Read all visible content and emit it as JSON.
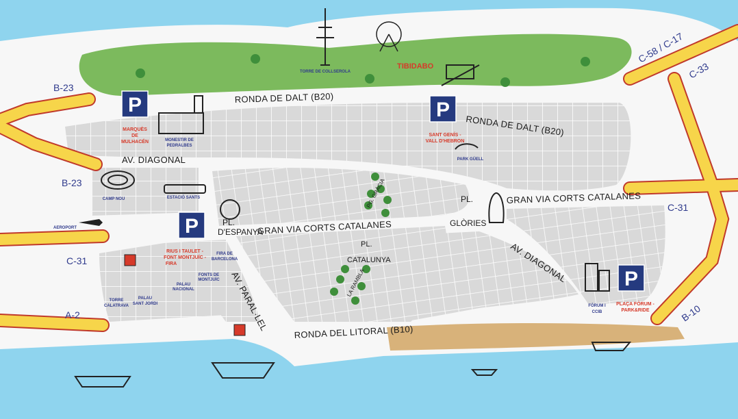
{
  "colors": {
    "sea": "#8fd4ee",
    "land": "#f7f7f7",
    "block": "#d9d9d9",
    "park": "#7cba5d",
    "highway": "#f7d54a",
    "highway_edge": "#c0392b",
    "beach": "#d8b27a",
    "parking_blue": "#253a7f",
    "label_blue": "#2f3a8c",
    "label_red": "#d63a2a"
  },
  "roads": {
    "ronda_dalt_left": "RONDA DE DALT  (B20)",
    "ronda_dalt_right": "RONDA DE DALT  (B20)",
    "diagonal_top": "AV. DIAGONAL",
    "gran_via_center": "GRAN VIA CORTS CATALANES",
    "gran_via_right": "GRAN VIA CORTS CATALANES",
    "paral_lel": "AV. PARAL·LEL",
    "diagonal_right": "AV. DIAGONAL",
    "ronda_litoral": "RONDA DEL LITORAL  (B10)",
    "pg_gracia": "PG. GRÀCIA",
    "la_rambla": "LA RAMBLA"
  },
  "highways": {
    "b23_top": "B-23",
    "b23_mid": "B-23",
    "c31_left": "C-31",
    "a2": "A-2",
    "c58_c17": "C-58 / C-17",
    "c33": "C-33",
    "c31_right": "C-31",
    "b10": "B-10"
  },
  "squares": {
    "pl_espanya_1": "PL.",
    "pl_espanya_2": "D'ESPANYA",
    "pl_catalunya_1": "PL.",
    "pl_catalunya_2": "CATALUNYA",
    "pl_glories_1": "PL.",
    "pl_glories_2": "GLÒRIES"
  },
  "landmarks": {
    "torre_collserola": "TORRE DE COLLSEROLA",
    "tibidabo": "TIBIDABO",
    "monestir_1": "MONESTIR DE",
    "monestir_2": "PEDRALBES",
    "park_guell": "PARK GÜELL",
    "camp_nou": "CAMP NOU",
    "estacio_sants": "ESTACIÓ SANTS",
    "aeroport": "AEROPORT",
    "fira_1": "FIRA DE",
    "fira_2": "BARCELONA",
    "font_1": "FONTS DE",
    "font_2": "MONTJUÏC",
    "palau_nac_1": "PALAU",
    "palau_nac_2": "NACIONAL",
    "palau_sj_1": "PALAU",
    "palau_sj_2": "SANT JORDI",
    "torre_cal_1": "TORRE",
    "torre_cal_2": "CALATRAVA",
    "forum_1": "FÒRUM I",
    "forum_2": "CCIB"
  },
  "parkings": [
    {
      "letter": "P",
      "lines": [
        "MARQUÈS",
        "DE",
        "MULHACÉN"
      ]
    },
    {
      "letter": "P",
      "lines": [
        "SANT GENÍS -",
        "VALL D'HEBRON"
      ]
    },
    {
      "letter": "P",
      "lines": [
        "RIUS I TAULET -",
        "FONT MONTJUÏC -",
        "FIRA"
      ]
    },
    {
      "letter": "P",
      "lines": [
        "PLAÇA FÒRUM -",
        "PARK&RIDE"
      ]
    }
  ]
}
